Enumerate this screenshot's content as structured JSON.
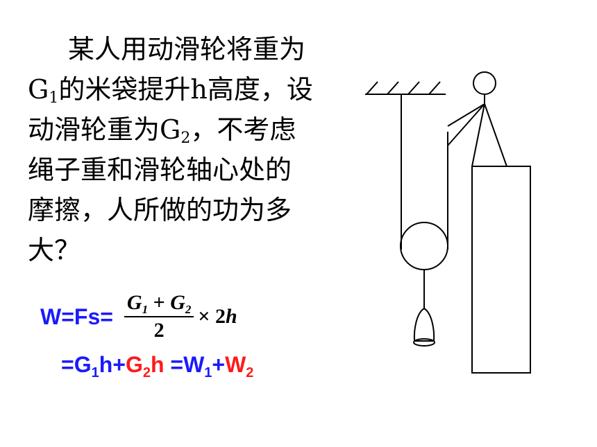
{
  "problem": {
    "line1": "某人用动滑轮将重为",
    "line2a": "G",
    "line2sub": "1",
    "line2b": "的米袋提升h高度，设",
    "line3a": "动滑轮重为G",
    "line3sub": "2",
    "line3b": "，不考虑",
    "line4": "绳子重和滑轮轴心处的",
    "line5": "摩擦，人所做的功为多",
    "line6": "大？"
  },
  "formula1": {
    "lhs": "W=Fs=",
    "num_g": "G",
    "num_sub1": "1",
    "plus": " + ",
    "num_g2": "G",
    "num_sub2": "2",
    "den": "2",
    "times": "×",
    "two": " 2",
    "h": "h"
  },
  "formula2": {
    "p1": "=G",
    "p1sub": "1",
    "p2": "h+",
    "p3": "G",
    "p3sub": "2",
    "p4": "h",
    "p5": " =W",
    "p5sub": "1",
    "p6": "+",
    "p7": "W",
    "p7sub": "2"
  },
  "colors": {
    "blue": "#1a1aff",
    "red": "#ff1a1a"
  }
}
